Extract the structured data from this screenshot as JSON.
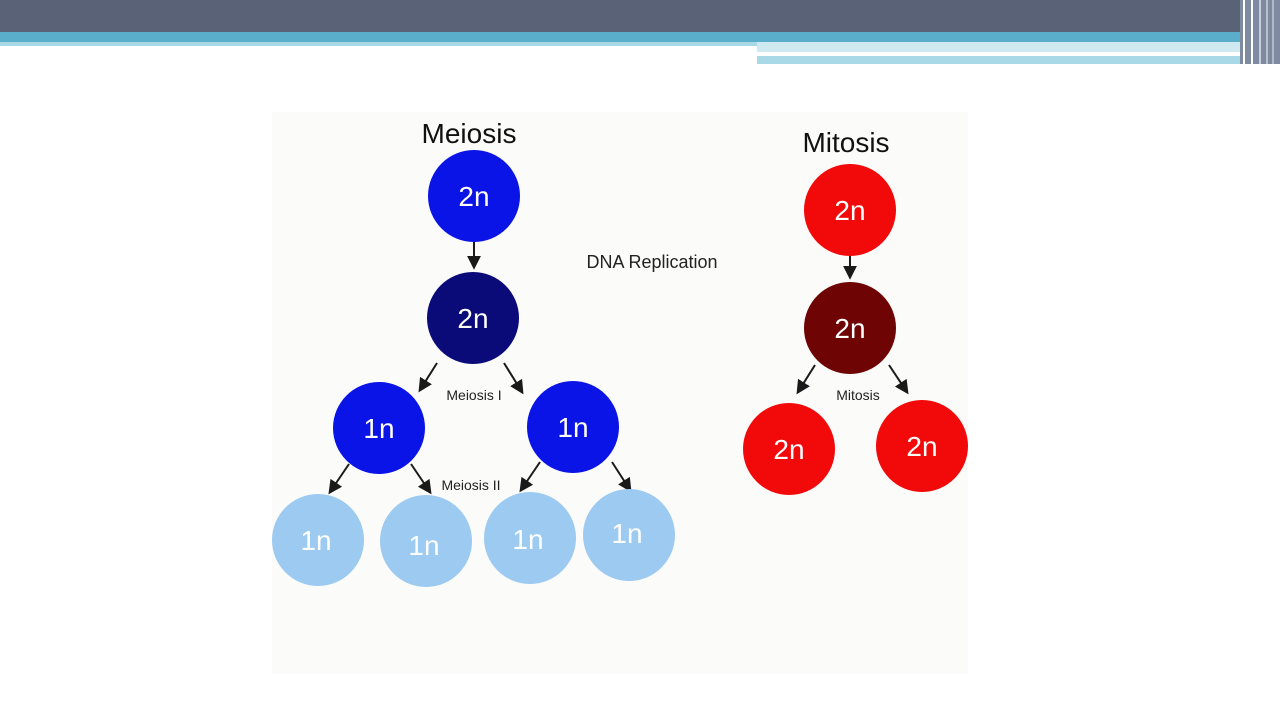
{
  "meiosis": {
    "title": "Meiosis",
    "stage1_label": "Meiosis I",
    "stage2_label": "Meiosis II",
    "parent_ploidy": "2n",
    "replicated_ploidy": "2n",
    "after_meiosis1": [
      "1n",
      "1n"
    ],
    "after_meiosis2": [
      "1n",
      "1n",
      "1n",
      "1n"
    ]
  },
  "mitosis": {
    "title": "Mitosis",
    "division_label": "Mitosis",
    "parent_ploidy": "2n",
    "replicated_ploidy": "2n",
    "daughters": [
      "2n",
      "2n"
    ]
  },
  "center_label": "DNA Replication",
  "colors": {
    "header_bar": "#5a6278",
    "accent_teal": "#5aaec9",
    "meiosis_parent": "#0a14e6",
    "meiosis_replicated": "#0a0a78",
    "meiosis_1n": "#0a14e6",
    "meiosis_gametes": "#9ccaf0",
    "mitosis_parent": "#f20a0a",
    "mitosis_replicated": "#6e0404",
    "mitosis_daughters": "#f20a0a"
  }
}
